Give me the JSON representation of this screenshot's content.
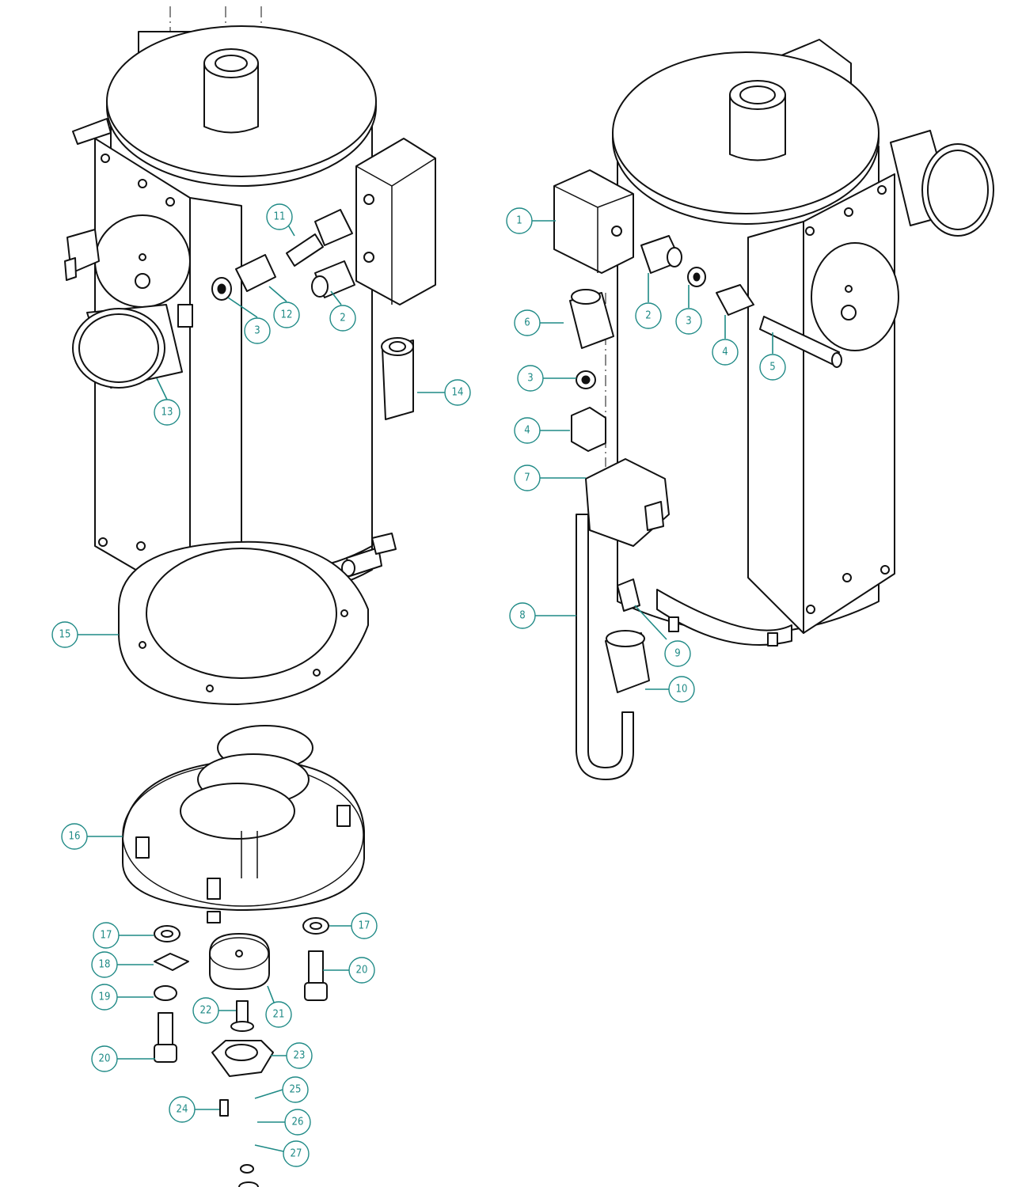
{
  "colors": {
    "callout": "#1f8a86",
    "line": "#111111",
    "background": "#ffffff"
  },
  "callouts": [
    {
      "id": "c1",
      "number": "1"
    },
    {
      "id": "c2a",
      "number": "2"
    },
    {
      "id": "c2b",
      "number": "2"
    },
    {
      "id": "c3a",
      "number": "3"
    },
    {
      "id": "c3b",
      "number": "3"
    },
    {
      "id": "c3c",
      "number": "3"
    },
    {
      "id": "c4a",
      "number": "4"
    },
    {
      "id": "c4b",
      "number": "4"
    },
    {
      "id": "c5",
      "number": "5"
    },
    {
      "id": "c6",
      "number": "6"
    },
    {
      "id": "c7",
      "number": "7"
    },
    {
      "id": "c8",
      "number": "8"
    },
    {
      "id": "c9",
      "number": "9"
    },
    {
      "id": "c10",
      "number": "10"
    },
    {
      "id": "c11",
      "number": "11"
    },
    {
      "id": "c12",
      "number": "12"
    },
    {
      "id": "c13",
      "number": "13"
    },
    {
      "id": "c14",
      "number": "14"
    },
    {
      "id": "c15",
      "number": "15"
    },
    {
      "id": "c16",
      "number": "16"
    },
    {
      "id": "c17a",
      "number": "17"
    },
    {
      "id": "c17b",
      "number": "17"
    },
    {
      "id": "c18",
      "number": "18"
    },
    {
      "id": "c19",
      "number": "19"
    },
    {
      "id": "c20a",
      "number": "20"
    },
    {
      "id": "c20b",
      "number": "20"
    },
    {
      "id": "c21",
      "number": "21"
    },
    {
      "id": "c22",
      "number": "22"
    },
    {
      "id": "c23",
      "number": "23"
    },
    {
      "id": "c24",
      "number": "24"
    },
    {
      "id": "c25",
      "number": "25"
    },
    {
      "id": "c26",
      "number": "26"
    },
    {
      "id": "c27",
      "number": "27"
    }
  ]
}
